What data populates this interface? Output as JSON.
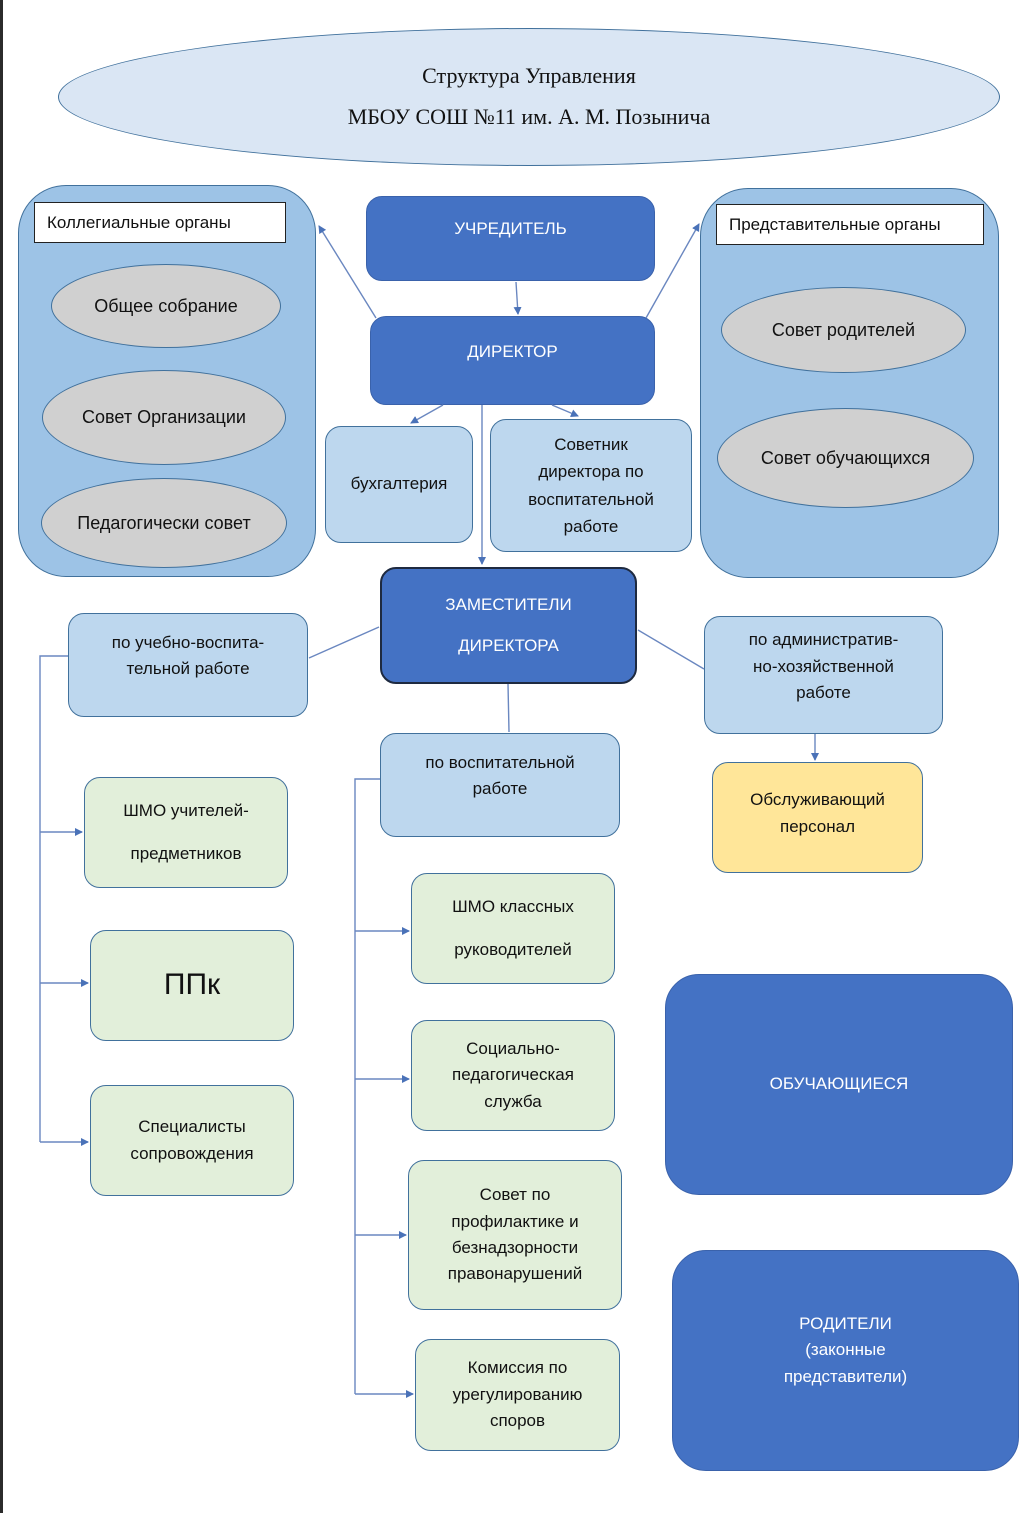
{
  "title": {
    "line1": "Структура Управления",
    "line2": "МБОУ СОШ №11 им. А. М. Позынича"
  },
  "colors": {
    "dark_blue": "#4472c4",
    "light_blue": "#bdd7ee",
    "group_blue": "#9dc3e6",
    "green": "#e2efda",
    "yellow": "#ffe699",
    "oval_gray": "#d0d0d0",
    "connector": "#4a72b8"
  },
  "collegial_bodies": {
    "label": "Коллегиальные органы",
    "items": [
      "Общее собрание",
      "Совет Организации",
      "Педагогически совет"
    ]
  },
  "representative_bodies": {
    "label": "Представительные органы",
    "items": [
      "Совет родителей",
      "Совет обучающихся"
    ]
  },
  "founder": "УЧРЕДИТЕЛЬ",
  "director": "ДИРЕКТОР",
  "accounting": "бухгалтерия",
  "advisor": "Советник\nдиректора по\nвоспитательной\nработе",
  "deputies": "ЗАМЕСТИТЕЛИ\nДИРЕКТОРА",
  "deputy_academic": {
    "label": "по учебно-воспита-\nтельной работе",
    "children": [
      "ШМО учителей-\nпредметников",
      "ППк",
      "Специалисты\nсопровождения"
    ]
  },
  "deputy_upbringing": {
    "label": "по воспитательной\nработе",
    "children": [
      "ШМО классных\nруководителей",
      "Социально-\nпедагогическая\nслужба",
      "Совет по\nпрофилактике и\nбезнадзорности\nправонарушений",
      "Комиссия по\nурегулированию\nспоров"
    ]
  },
  "deputy_admin": {
    "label": "по административ-\nно-хозяйственной\nработе",
    "children": [
      "Обслуживающий\nперсонал"
    ]
  },
  "students": "ОБУЧАЮЩИЕСЯ",
  "parents": "РОДИТЕЛИ\n(законные\nпредставители)"
}
